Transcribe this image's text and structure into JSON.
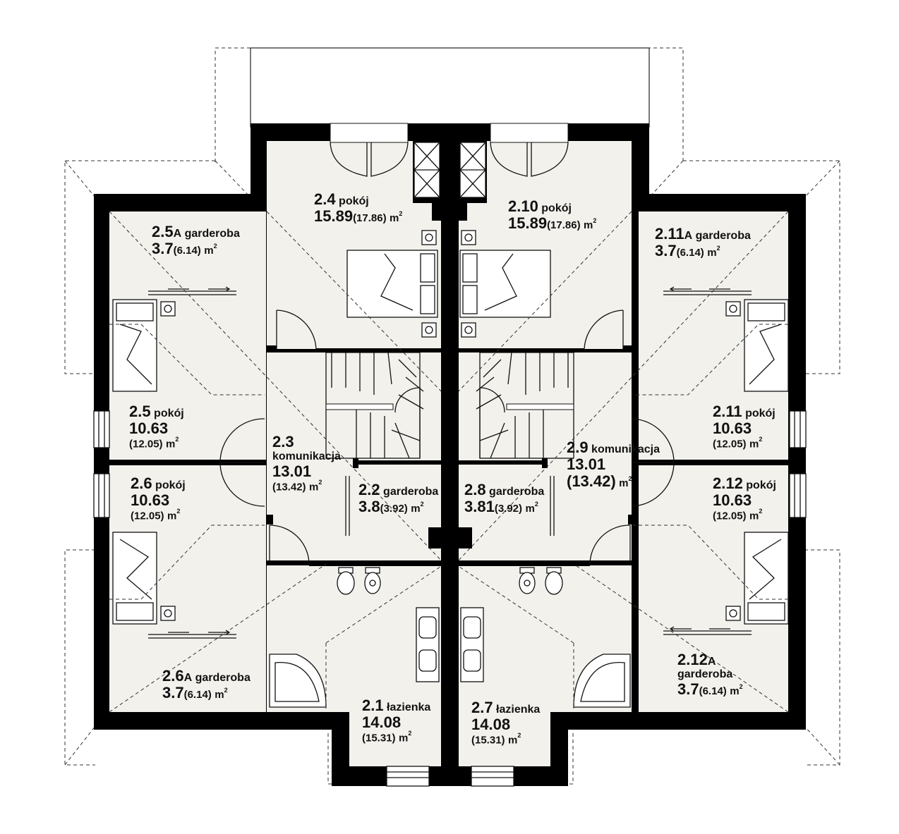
{
  "rooms": [
    {
      "id": "r24",
      "number": "2.4",
      "type": "pokój",
      "area": "15.89",
      "total": "(17.86)",
      "unit": "m",
      "exp": "2"
    },
    {
      "id": "r210",
      "number": "2.10",
      "type": "pokój",
      "area": "15.89",
      "total": "(17.86)",
      "unit": "m",
      "exp": "2"
    },
    {
      "id": "r25a",
      "number": "2.5",
      "suffix": "A",
      "type": "garderoba",
      "area": "3.7",
      "total": "(6.14)",
      "unit": "m",
      "exp": "2"
    },
    {
      "id": "r211a",
      "number": "2.11",
      "suffix": "A",
      "type": "garderoba",
      "area": "3.7",
      "total": "(6.14)",
      "unit": "m",
      "exp": "2"
    },
    {
      "id": "r25",
      "number": "2.5",
      "type": "pokój",
      "area": "10.63",
      "total": "(12.05)",
      "unit": "m",
      "exp": "2"
    },
    {
      "id": "r211",
      "number": "2.11",
      "type": "pokój",
      "area": "10.63",
      "total": "(12.05)",
      "unit": "m",
      "exp": "2"
    },
    {
      "id": "r23",
      "number": "2.3",
      "type": "komunikacja",
      "area": "13.01",
      "total": "(13.42)",
      "unit": "m",
      "exp": "2"
    },
    {
      "id": "r29",
      "number": "2.9",
      "type": "komunikacja",
      "area": "13.01",
      "total": "(13.42)",
      "unit": "m",
      "exp": "2"
    },
    {
      "id": "r26",
      "number": "2.6",
      "type": "pokój",
      "area": "10.63",
      "total": "(12.05)",
      "unit": "m",
      "exp": "2"
    },
    {
      "id": "r212",
      "number": "2.12",
      "type": "pokój",
      "area": "10.63",
      "total": "(12.05)",
      "unit": "m",
      "exp": "2"
    },
    {
      "id": "r22",
      "number": "2.2",
      "type": "garderoba",
      "area": "3.8",
      "total": "(3.92)",
      "unit": "m",
      "exp": "2"
    },
    {
      "id": "r28",
      "number": "2.8",
      "type": "garderoba",
      "area": "3.81",
      "total": "(3.92)",
      "unit": "m",
      "exp": "2"
    },
    {
      "id": "r26a",
      "number": "2.6",
      "suffix": "A",
      "type": "garderoba",
      "area": "3.7",
      "total": "(6.14)",
      "unit": "m",
      "exp": "2"
    },
    {
      "id": "r212a",
      "number": "2.12",
      "suffix": "A",
      "type": "garderoba",
      "area": "3.7",
      "total": "(6.14)",
      "unit": "m",
      "exp": "2"
    },
    {
      "id": "r21",
      "number": "2.1",
      "type": "łazienka",
      "area": "14.08",
      "total": "(15.31)",
      "unit": "m",
      "exp": "2"
    },
    {
      "id": "r27",
      "number": "2.7",
      "type": "łazienka",
      "area": "14.08",
      "total": "(15.31)",
      "unit": "m",
      "exp": "2"
    }
  ],
  "colors": {
    "wall": "#000000",
    "floor": "#f3f1ec",
    "line": "#222222"
  }
}
